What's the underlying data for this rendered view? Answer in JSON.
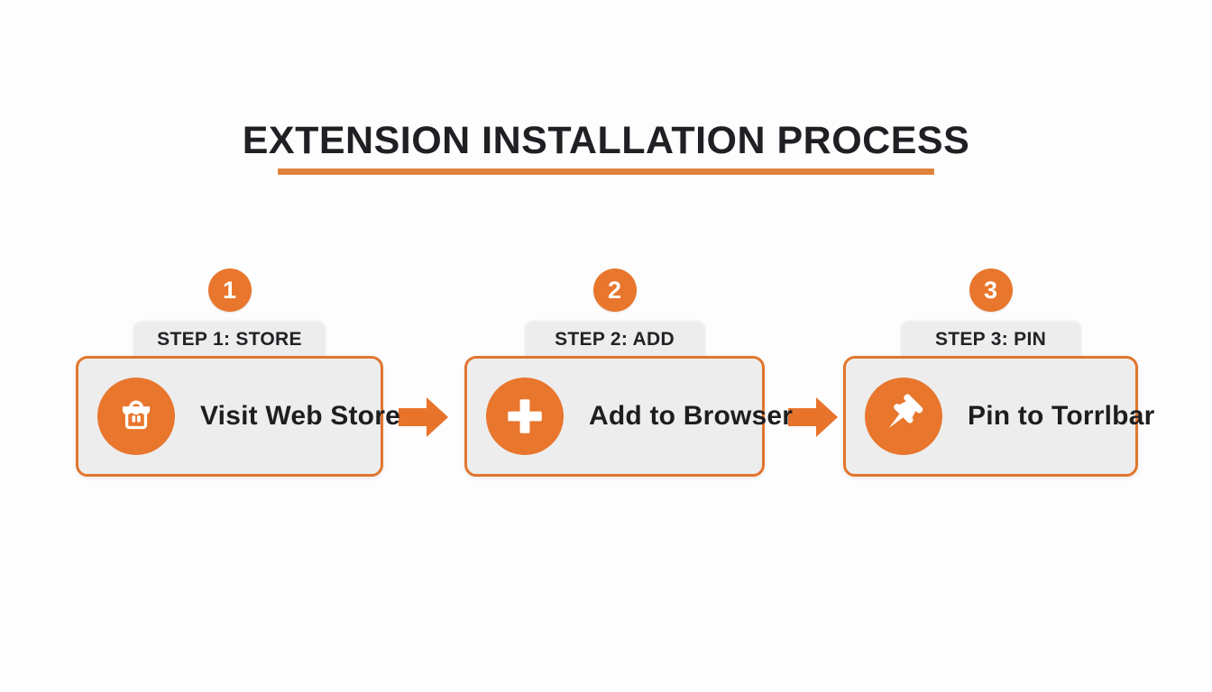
{
  "header": {
    "title": "EXTENSION INSTALLATION PROCESS",
    "underline_color": "#e0813c"
  },
  "colors": {
    "accent_orange": "#e8762c",
    "card_border": "#e2762d",
    "card_background": "#ededee",
    "tab_background": "#ededee",
    "text_dark": "#1f2023",
    "icon_foreground": "#ffffff"
  },
  "steps": [
    {
      "number": "1",
      "tab_label": "STEP 1: STORE",
      "card_label": "Visit Web Store",
      "icon": "storefront-icon"
    },
    {
      "number": "2",
      "tab_label": "STEP 2: ADD",
      "card_label": "Add to Browser",
      "icon": "plus-icon"
    },
    {
      "number": "3",
      "tab_label": "STEP 3: PIN",
      "card_label": "Pin to Torrlbar",
      "icon": "pushpin-icon"
    }
  ],
  "arrows": [
    {
      "icon": "right-arrow-icon"
    },
    {
      "icon": "right-arrow-icon"
    }
  ]
}
